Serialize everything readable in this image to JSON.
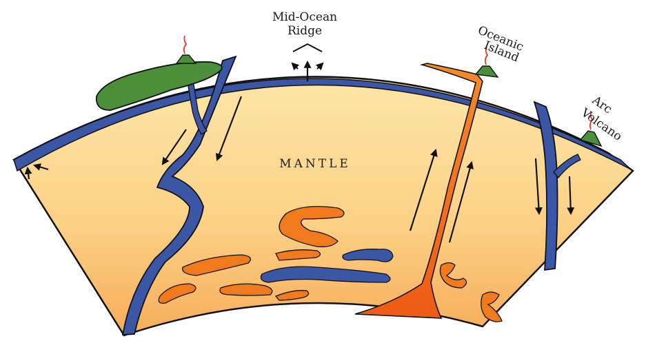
{
  "labels": {
    "ridge_line1": "Mid-Ocean",
    "ridge_line2": "Ridge",
    "island_line1": "Oceanic",
    "island_line2": "Island",
    "arc_line1": "Arc",
    "arc_line2": "Volcano",
    "mantle": "MANTLE"
  },
  "colors": {
    "mantle_top": "#fde3a3",
    "mantle_bottom": "#f7b25c",
    "plate": "#3a56a4",
    "plume": "#f07a1c",
    "continent": "#4b8f3a",
    "outline": "#111111",
    "magma": "#e03a2e"
  }
}
